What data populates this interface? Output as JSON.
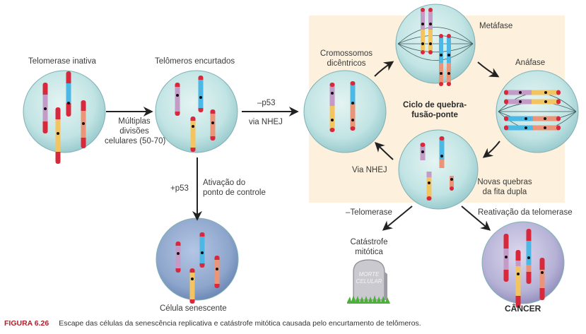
{
  "diagram": {
    "title": "Escape das células da senescência replicativa e catástrofe mitótica",
    "labels": {
      "telomerase_inactive": "Telomerase inativa",
      "short_telomeres": "Telômeros encurtados",
      "multiple_divisions": [
        "Múltiplas",
        "divisões",
        "celulares (50-70)"
      ],
      "minus_p53": "–p53",
      "via_nhej_top": "via NHEJ",
      "dicentric": [
        "Cromossomos",
        "dicêntricos"
      ],
      "metaphase": "Metáfase",
      "anaphase": "Anáfase",
      "bfb_cycle": [
        "Ciclo de quebra-",
        "fusão-ponte"
      ],
      "via_nhej_cycle": "Via NHEJ",
      "new_breaks": [
        "Novas quebras",
        "da fita dupla"
      ],
      "plus_p53": "+p53",
      "checkpoint": [
        "Ativação do",
        "ponto de controle"
      ],
      "senescent": "Célula senescente",
      "minus_telomerase": "–Telomerase",
      "telomerase_reactivation": "Reativação da telomerase",
      "mitotic_catastrophe": [
        "Catástrofe",
        "mitótica"
      ],
      "tombstone": [
        "MORTE",
        "CELULAR"
      ],
      "cancer": "CÂNCER"
    },
    "colors": {
      "cell_fill": "#c6e6e6",
      "senescent_fill": "#8fa6cc",
      "cancer_fill": "#b8b4d8",
      "panel_bg": "#fdf0dc",
      "telomere": "#d8283c",
      "purple": "#c49ac6",
      "blue": "#4cb8e6",
      "yellow": "#f4c460",
      "salmon": "#ec9478",
      "centromere": "#111111",
      "caption_accent": "#b01e2a"
    }
  },
  "caption": {
    "figure_number": "FIGURA 6.26",
    "text": "Escape das células da senescência replicativa e catástrofe mitótica causada pelo encurtamento de telômeros."
  }
}
